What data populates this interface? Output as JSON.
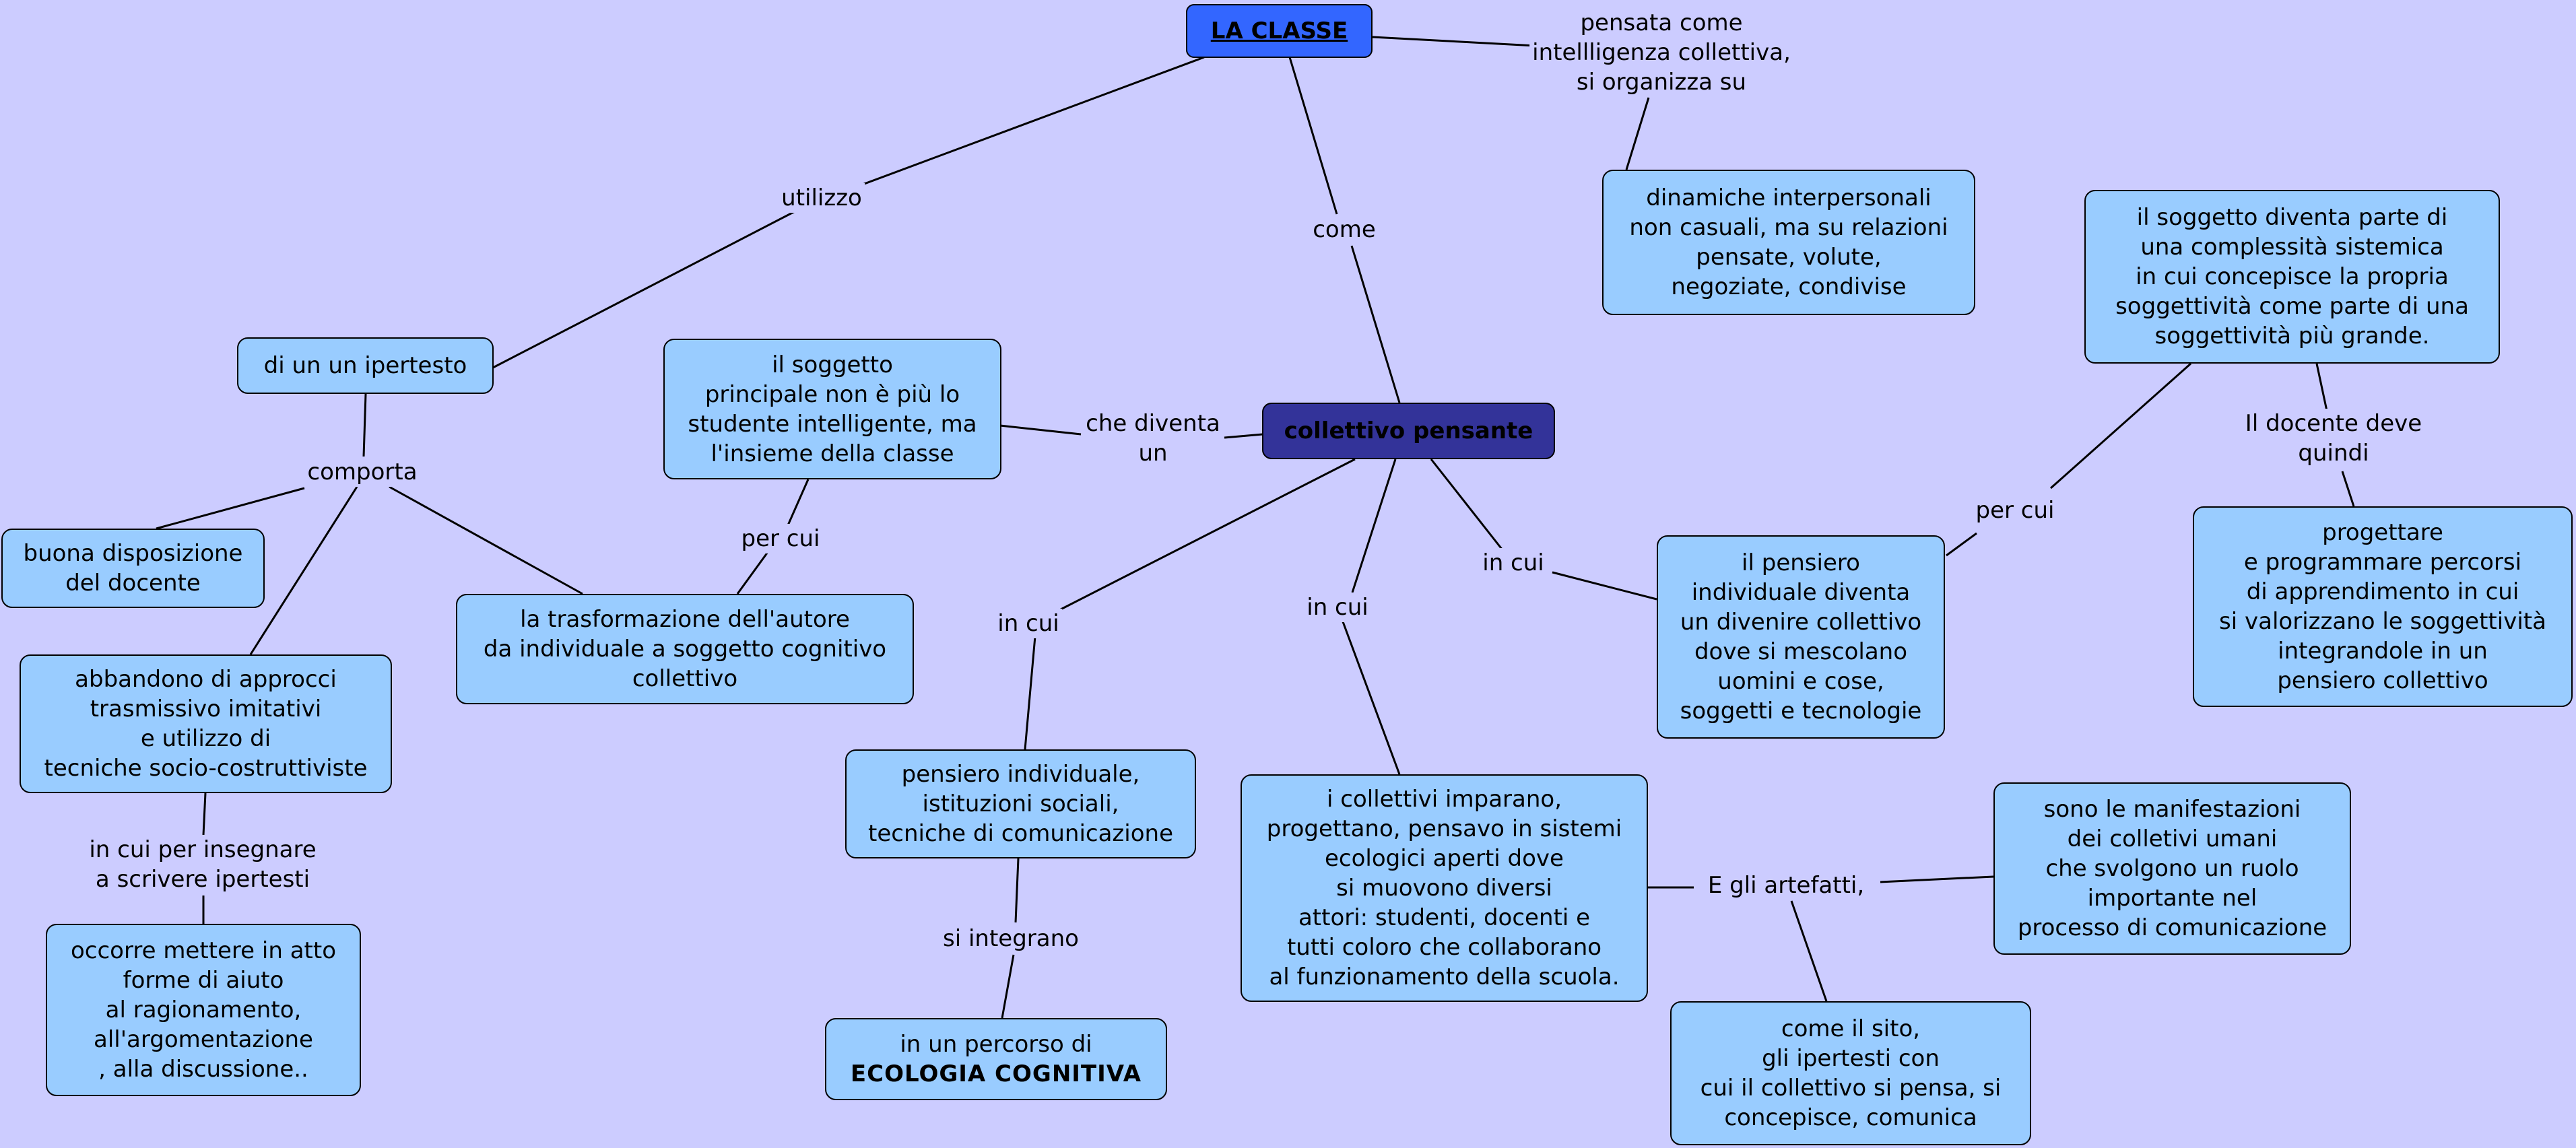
{
  "colors": {
    "background": "#ccccff",
    "concept_fill": "#99ccff",
    "root_fill": "#3366ff",
    "center_fill": "#333399",
    "line": "#000000"
  },
  "nodes": {
    "root": "LA CLASSE",
    "center": "collettivo pensante",
    "dinamiche": "dinamiche interpersonali\nnon casuali, ma su relazioni\npensate, volute,\nnegoziate, condivise",
    "ipertesto": "di un un ipertesto",
    "soggetto_principale": "il soggetto\nprincipale non è più lo\nstudente intelligente, ma\nl'insieme della classe",
    "soggetto_sistemica": "il soggetto diventa parte di\nuna complessità sistemica\nin cui concepisce la propria\nsoggettività come parte di una\nsoggettività più grande.",
    "buona_disposizione": "buona disposizione\ndel docente",
    "trasformazione": "la trasformazione dell'autore\nda individuale a soggetto cognitivo\ncollettivo",
    "pensiero_collettivo": "il pensiero\nindividuale diventa\nun divenire collettivo\ndove si mescolano\nuomini e cose,\nsoggetti e tecnologie",
    "progettare": "progettare\ne programmare percorsi\ndi apprendimento in cui\nsi valorizzano le soggettività\nintegrandole in un\npensiero collettivo",
    "abbandono": "abbandono di approcci\ntrasmissivo imitativi\ne utilizzo di\ntecniche socio-costruttiviste",
    "pensiero_individuale": "pensiero individuale,\nistituzioni sociali,\ntecniche di comunicazione",
    "collettivi_imparano": "i collettivi imparano,\nprogettano, pensavo in sistemi\necologici aperti dove\nsi muovono diversi\nattori: studenti, docenti e\ntutti coloro che collaborano\nal funzionamento della scuola.",
    "manifestazioni": "sono le manifestazioni\ndei colletivi umani\nche svolgono un ruolo\nimportante nel\nprocesso di comunicazione",
    "occorre": "occorre mettere in atto\nforme di aiuto\nal ragionamento,\nall'argomentazione\n, alla discussione..",
    "percorso_line1": "in un percorso di",
    "percorso_line2": "ECOLOGIA COGNITIVA",
    "sito": "come il sito,\ngli ipertesti con\ncui il collettivo si pensa, si\nconcepisce, comunica"
  },
  "links": {
    "pensata": "pensata come\nintellligenza collettiva,\nsi organizza su",
    "utilizzo": "utilizzo",
    "come": "come",
    "che_diventa": "che diventa\nun",
    "comporta": "comporta",
    "docente_deve": "Il docente deve\nquindi",
    "per_cui_a": "per cui",
    "per_cui_b": "per cui",
    "in_cui_a": "in cui",
    "in_cui_b": "in cui",
    "in_cui_c": "in cui",
    "insegnare": "in cui per insegnare\na scrivere ipertesti",
    "si_integrano": "si integrano",
    "artefatti": "E gli artefatti,"
  }
}
